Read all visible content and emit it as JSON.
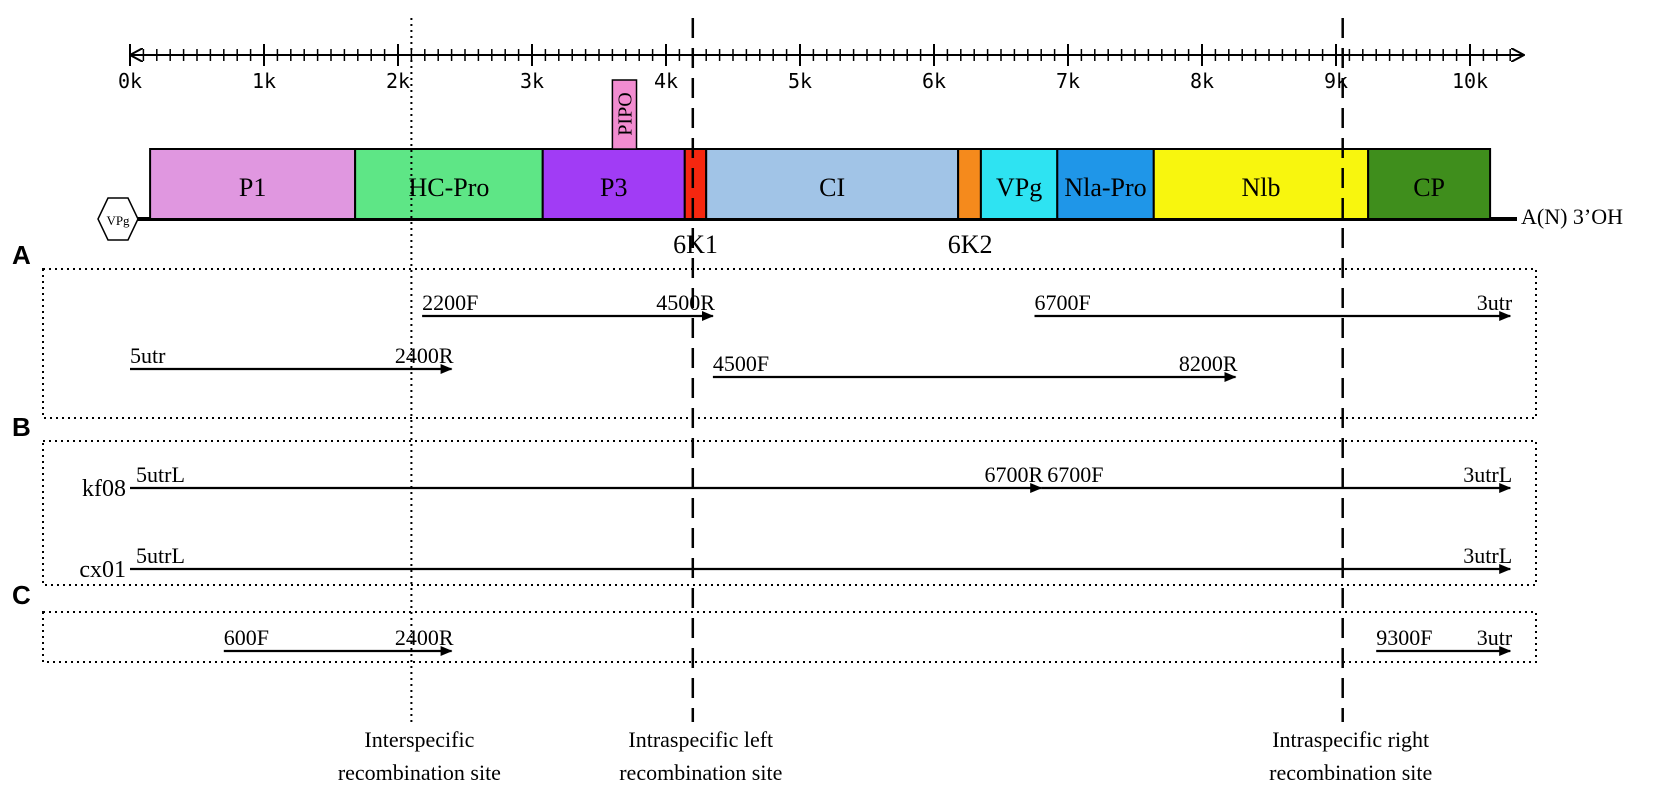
{
  "scale": {
    "tick_labels": [
      "0k",
      "1k",
      "2k",
      "3k",
      "4k",
      "5k",
      "6k",
      "7k",
      "8k",
      "9k",
      "10k"
    ],
    "max_kb": 10.3
  },
  "genome": {
    "vpg_cap": "VPg",
    "tail_label": "A(N) 3’OH",
    "genes": [
      {
        "name": "P1",
        "color": "#e097e0",
        "start": 0.15,
        "end": 1.68
      },
      {
        "name": "HC-Pro",
        "color": "#5ee686",
        "start": 1.68,
        "end": 3.08
      },
      {
        "name": "P3",
        "color": "#a13cf5",
        "start": 3.08,
        "end": 4.14
      },
      {
        "name": "",
        "color": "#f5270f",
        "start": 4.14,
        "end": 4.3
      },
      {
        "name": "CI",
        "color": "#a1c4e7",
        "start": 4.3,
        "end": 6.18
      },
      {
        "name": "",
        "color": "#f58a1c",
        "start": 6.18,
        "end": 6.35
      },
      {
        "name": "VPg",
        "color": "#2ee3f2",
        "start": 6.35,
        "end": 6.92
      },
      {
        "name": "Nla-Pro",
        "color": "#1f96e8",
        "start": 6.92,
        "end": 7.64
      },
      {
        "name": "Nlb",
        "color": "#f8f60e",
        "start": 7.64,
        "end": 9.24
      },
      {
        "name": "CP",
        "color": "#3f8e1c",
        "start": 9.24,
        "end": 10.15
      }
    ],
    "pipo": {
      "name": "PIPO",
      "color": "#f28cd0",
      "start": 3.6,
      "end": 3.78
    },
    "small_labels": [
      {
        "text": "6K1",
        "pos": 4.22
      },
      {
        "text": "6K2",
        "pos": 6.27
      }
    ]
  },
  "panels": {
    "A": {
      "letter": "A",
      "arrows": [
        {
          "start": 2.18,
          "end": 4.35,
          "left_label": "2200F",
          "right_label": "4500R",
          "row": 1
        },
        {
          "start": 6.75,
          "end": 10.3,
          "left_label": "6700F",
          "right_label": "3utr",
          "row": 1
        },
        {
          "start": 0.0,
          "end": 2.4,
          "left_label": "5utr",
          "right_label": "2400R",
          "row": 2
        },
        {
          "start": 4.35,
          "end": 8.25,
          "left_label": "4500F",
          "right_label": "8200R",
          "row": 2
        }
      ]
    },
    "B": {
      "letter": "B",
      "rows": [
        {
          "name": "kf08",
          "arrows": [
            {
              "start": 0.0,
              "end": 6.8,
              "left_label": "5utrL",
              "right_label": "6700R"
            },
            {
              "start": 6.8,
              "end": 10.3,
              "left_label": "6700F",
              "right_label": "3utrL"
            }
          ]
        },
        {
          "name": "cx01",
          "arrows": [
            {
              "start": 0.0,
              "end": 10.3,
              "left_label": "5utrL",
              "right_label": "3utrL"
            }
          ]
        }
      ]
    },
    "C": {
      "letter": "C",
      "arrows": [
        {
          "start": 0.7,
          "end": 2.4,
          "left_label": "600F",
          "right_label": "2400R"
        },
        {
          "start": 9.3,
          "end": 10.3,
          "left_label": "9300F",
          "right_label": "3utr"
        }
      ]
    }
  },
  "recombination_sites": [
    {
      "pos": 2.1,
      "style": "dotted",
      "line1": "Interspecific",
      "line2": "recombination  site"
    },
    {
      "pos": 4.2,
      "style": "dashed",
      "line1": "Intraspecific left",
      "line2": "recombination site"
    },
    {
      "pos": 9.05,
      "style": "dashed",
      "line1": "Intraspecific right",
      "line2": "recombination site"
    }
  ]
}
